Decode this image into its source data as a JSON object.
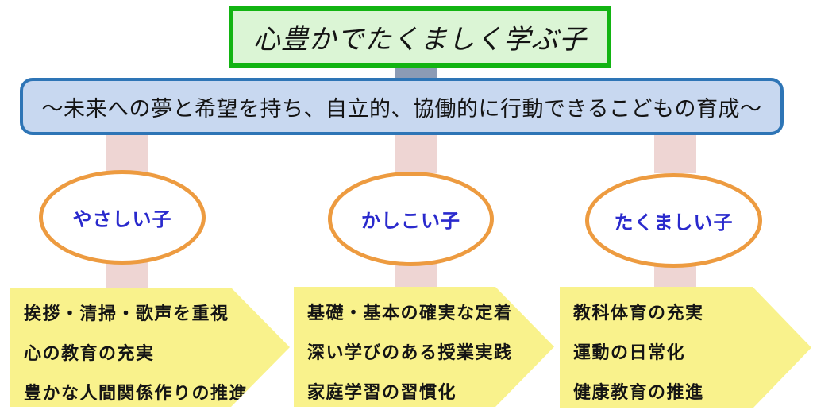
{
  "colors": {
    "green_border": "#12b412",
    "green_fill": "#dbf5d5",
    "blue_border": "#2e75b6",
    "blue_fill": "#c8d8f0",
    "gray_connector": "#8c9bb5",
    "pink_connector": "#eed5d3",
    "orange_border": "#ed9b40",
    "pillar_text": "#2a2acd",
    "yellow_fill": "#f9f28c",
    "text_color": "#141414"
  },
  "title_box": {
    "text": "心豊かでたくましく学ぶ子"
  },
  "mission_banner": {
    "text": "～未来への夢と希望を持ち、自立的、協働的に行動できるこどもの育成～"
  },
  "pillars": [
    {
      "label": "やさしい子",
      "items": [
        "挨拶・清掃・歌声を重視",
        "心の教育の充実",
        "豊かな人間関係作りの推進"
      ]
    },
    {
      "label": "かしこい子",
      "items": [
        "基礎・基本の確実な定着",
        "深い学びのある授業実践",
        "家庭学習の習慣化"
      ]
    },
    {
      "label": "たくましい子",
      "items": [
        "教科体育の充実",
        "運動の日常化",
        "健康教育の推進"
      ]
    }
  ]
}
